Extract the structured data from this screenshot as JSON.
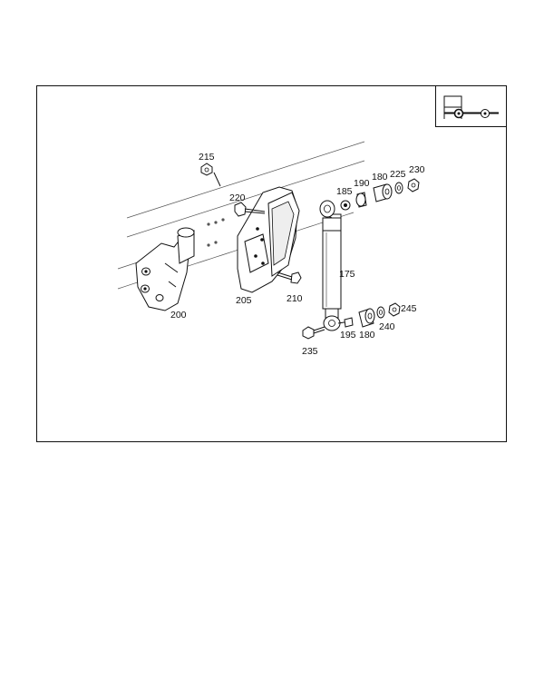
{
  "diagram": {
    "callouts": {
      "c175": "175",
      "c180a": "180",
      "c180b": "180",
      "c185": "185",
      "c190": "190",
      "c195": "195",
      "c200": "200",
      "c205": "205",
      "c210": "210",
      "c215": "215",
      "c220": "220",
      "c225": "225",
      "c230": "230",
      "c235": "235",
      "c240": "240",
      "c245": "245"
    },
    "thumbnail": {
      "icon": "truck-chassis-icon"
    }
  }
}
